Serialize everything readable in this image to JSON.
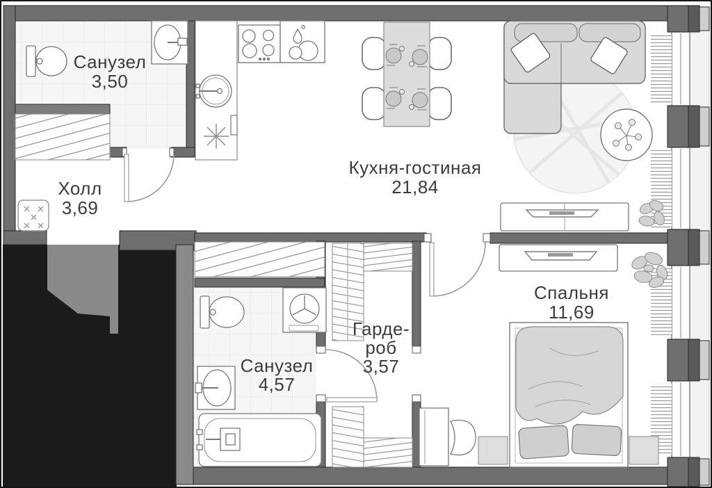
{
  "floor_plan": {
    "rooms": [
      {
        "id": "bathroom-1",
        "name": "Санузел",
        "area": "3,50"
      },
      {
        "id": "hall",
        "name": "Холл",
        "area": "3,69"
      },
      {
        "id": "kitchen-living",
        "name": "Кухня-гостиная",
        "area": "21,84"
      },
      {
        "id": "bathroom-2",
        "name": "Санузел",
        "area": "4,57"
      },
      {
        "id": "wardrobe",
        "name_line_1": "Гарде-",
        "name_line_2": "роб",
        "area": "3,57"
      },
      {
        "id": "bedroom",
        "name": "Спальня",
        "area": "11,69"
      }
    ],
    "colors": {
      "wall": "#6f6f6f",
      "outer_wall_accent": "#5a5a5a",
      "facade": "#cfcfcf",
      "outside_mask": "#1b1b1b",
      "vestibule": "#8a8a8a",
      "floor": "#ffffff",
      "tile_floor": "#f6f6f6",
      "furniture_fill": "#d9d9d9",
      "label_text": "#3c3c3c"
    },
    "fixtures": [
      "toilet",
      "bathroom-sink",
      "kitchen-round-sink",
      "kitchen-wet-sink",
      "stove",
      "water-heater-star",
      "dining-table",
      "dining-chair",
      "place-setting",
      "sofa",
      "pillow",
      "rug",
      "coffee-table",
      "flowers",
      "tv-console",
      "tv",
      "plant",
      "radiator",
      "window",
      "washing-machine",
      "bathtub",
      "bed",
      "nightstand",
      "desk",
      "desk-chair",
      "doormat",
      "wardrobe-shelves",
      "hanging-rail",
      "door"
    ]
  }
}
